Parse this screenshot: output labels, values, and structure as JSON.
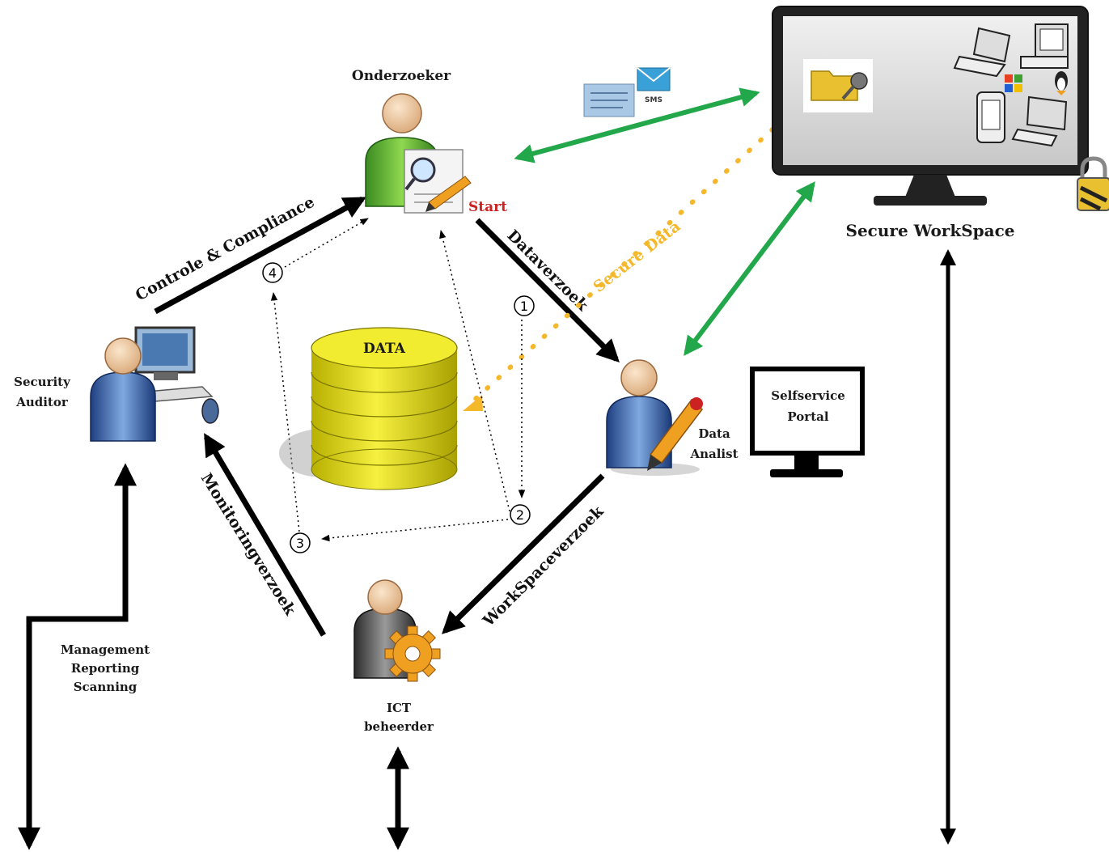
{
  "nodes": {
    "onderzoeker": "Onderzoeker",
    "start": "Start",
    "security_auditor": [
      "Security",
      "Auditor"
    ],
    "data_store": "DATA",
    "data_analist": [
      "Data",
      "Analist"
    ],
    "selfservice_portal": [
      "Selfservice",
      "Portal"
    ],
    "ict_beheerder": [
      "ICT",
      "beheerder"
    ],
    "secure_workspace": "Secure WorkSpace",
    "management": [
      "Management",
      "Reporting",
      "Scanning"
    ],
    "sms": "SMS"
  },
  "arrows": {
    "controle": "Controle & Compliance",
    "dataverzoek": "Dataverzoek",
    "secure_data": "Secure Data",
    "workspaceverzoek": "WorkSpaceverzoek",
    "monitoringverzoek": "Monitoringverzoek"
  },
  "steps": [
    "1",
    "2",
    "3",
    "4"
  ],
  "colors": {
    "green_arrow": "#22a84a",
    "secure_data": "#f5b82a",
    "start": "#cc2222",
    "data_cylinder": "#e8e020"
  }
}
